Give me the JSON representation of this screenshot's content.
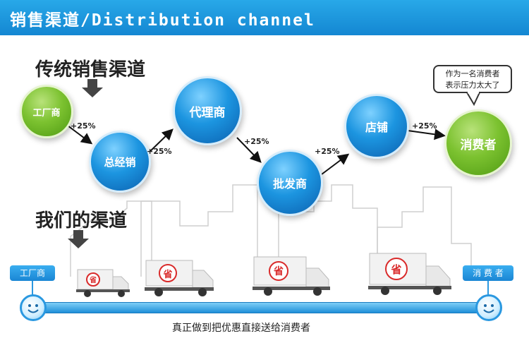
{
  "header": {
    "title": "销售渠道/Distribution channel"
  },
  "traditional": {
    "title": "传统销售渠道",
    "nodes": {
      "factory": "工厂商",
      "distributor": "总经销",
      "agent": "代理商",
      "wholesaler": "批发商",
      "store": "店铺",
      "consumer": "消费者"
    },
    "markups": [
      "+25%",
      "+25%",
      "+25%",
      "+25%",
      "+25%"
    ],
    "bubble": [
      "作为一名消费者",
      "表示压力太大了"
    ]
  },
  "ours": {
    "title": "我们的渠道",
    "start_label": "工厂商",
    "end_label": "消 费 者",
    "truck_mark": "省",
    "caption": "真正做到把优惠直接送给消费者"
  },
  "colors": {
    "header": "#1a90d8",
    "blue_node": "#1c95e0",
    "green_node": "#7cc230",
    "truck_mark": "#d92a2a"
  }
}
